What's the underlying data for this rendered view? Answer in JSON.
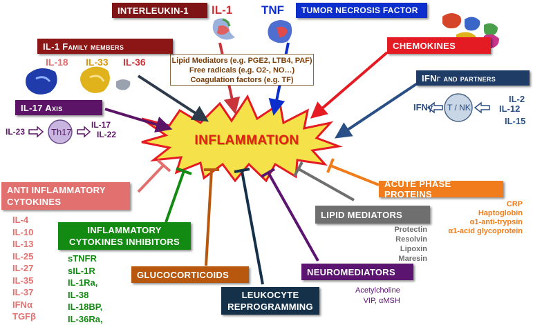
{
  "center": {
    "title": "INFLAMMATION"
  },
  "top": {
    "interleukin1_box": "INTERLEUKIN-1",
    "il1_label": "IL-1",
    "tnf_label": "TNF",
    "tnf_box": "TUMOR NECROSIS FACTOR"
  },
  "mediators_box": {
    "lines": [
      "Lipid Mediators (e.g. PGE2, LTB4, PAF)",
      "Free radicals (e.g. O2-, NO…)",
      "Coagulation factors (e.g. TF)"
    ]
  },
  "il1_family": {
    "box": "IL-1 Family members",
    "members": [
      "IL-18",
      "IL-33",
      "IL-36"
    ]
  },
  "il17": {
    "box": "IL-17 Axis",
    "input": "IL-23",
    "cell": "Th17",
    "outputs": [
      "IL-17",
      "IL-22"
    ]
  },
  "chemokines": {
    "box": "CHEMOKINES"
  },
  "ifn": {
    "box": "IFNγ and partners",
    "output": "IFNγ",
    "cell": "T / NK",
    "inputs": [
      "IL-2",
      "IL-12",
      "IL-15"
    ]
  },
  "anti_inflammatory": {
    "box_line1": "ANTI INFLAMMATORY",
    "box_line2": "CYTOKINES",
    "items": [
      "IL-4",
      "IL-10",
      "IL-13",
      "IL-25",
      "IL-27",
      "IL-35",
      "IL-37",
      "IFNα",
      "TGFβ"
    ]
  },
  "inhibitors": {
    "box_line1": "INFLAMMATORY",
    "box_line2": "CYTOKINES INHIBITORS",
    "items": [
      "sTNFR",
      "sIL-1R",
      "IL-1Ra,",
      "IL-38",
      "IL-18BP,",
      "IL-36Ra,"
    ]
  },
  "glucocorticoids": {
    "box": "GLUCOCORTICOIDS"
  },
  "leukocyte": {
    "box_line1": "LEUKOCYTE",
    "box_line2": "REPROGRAMMING"
  },
  "neuromediators": {
    "box": "NEUROMEDIATORS",
    "items": [
      "Acetylcholine",
      "VIP, αMSH"
    ]
  },
  "lipid_mediators": {
    "box": "LIPID MEDIATORS",
    "items": [
      "Protectin",
      "Resolvin",
      "Lipoxin",
      "Maresin"
    ]
  },
  "acute_phase": {
    "box": "ACUTE PHASE PROTEINS",
    "items": [
      "CRP",
      "Haptoglobin",
      "α1-anti-trypsin",
      "α1-acid glycoprotein"
    ]
  },
  "colors": {
    "interleukin": "#7f1416",
    "tnf": "#0c2ecc",
    "il1family": "#8c1616",
    "il17": "#5c1467",
    "chemokines": "#e51b24",
    "ifn": "#1f3c66",
    "anti": "#e2706e",
    "inhibitors": "#138a12",
    "glucocorticoids": "#b8580f",
    "leukocyte": "#15314a",
    "neuro": "#5b1571",
    "lipid": "#6f6f6f",
    "acute": "#f07c1b",
    "burst": "#f5e24a"
  }
}
